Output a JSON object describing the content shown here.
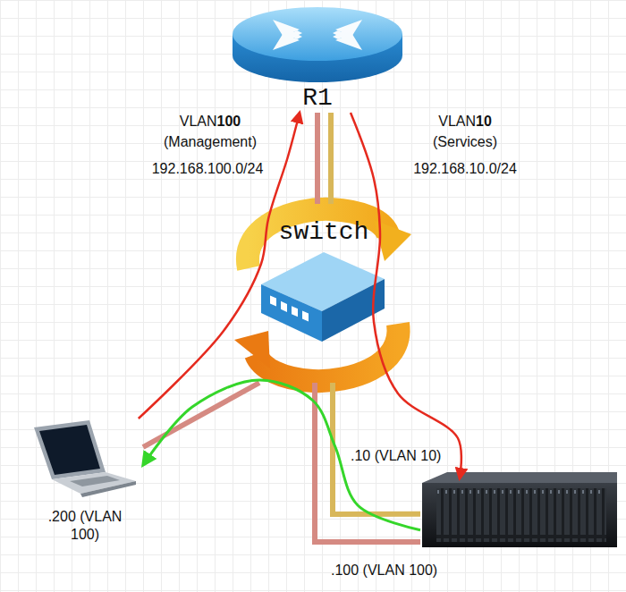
{
  "diagram": {
    "nodes": [
      {
        "text": [
          "R1"
        ]
      },
      {
        "text": [
          "switch"
        ]
      },
      {
        "text": [
          ".200 (VLAN 100)"
        ]
      },
      {
        "text": [
          ".10 (VLAN 10)",
          ".100 (VLAN 100)"
        ]
      }
    ],
    "edges": [
      {
        "from": 0,
        "to": 1,
        "arrow": "none"
      },
      {
        "from": 0,
        "to": 1,
        "arrow": "none"
      },
      {
        "from": 1,
        "to": 2,
        "arrow": "none"
      },
      {
        "from": 1,
        "to": 3,
        "arrow": "none"
      },
      {
        "from": 1,
        "to": 3,
        "arrow": "none"
      },
      {
        "from": 2,
        "to": 0,
        "arrow": "to"
      },
      {
        "from": 0,
        "to": 3,
        "arrow": "to"
      },
      {
        "from": 3,
        "to": 2,
        "arrow": "to"
      }
    ],
    "labels": [
      "VLAN100",
      "(Management)",
      "192.168.100.0/24",
      "VLAN10",
      "(Services)",
      "192.168.10.0/24"
    ]
  }
}
